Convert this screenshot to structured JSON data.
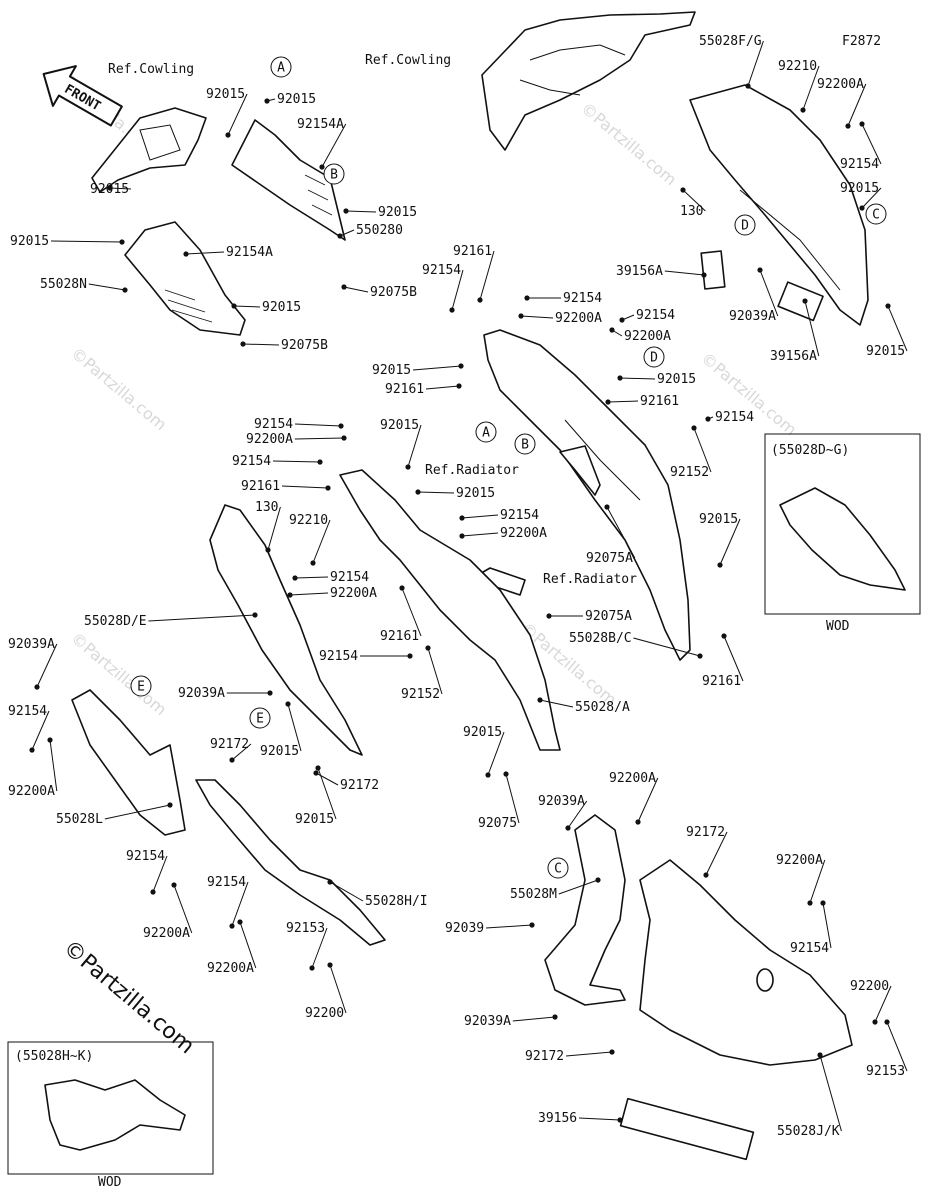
{
  "diagram_code": "F2872",
  "front_arrow": "FRONT",
  "brand": "©Partzilla.com",
  "refs": {
    "cowling_left": "Ref.Cowling",
    "cowling_right": "Ref.Cowling",
    "radiator_1": "Ref.Radiator",
    "radiator_2": "Ref.Radiator"
  },
  "callouts": [
    "A",
    "B",
    "A",
    "B",
    "C",
    "C",
    "D",
    "D",
    "E",
    "E"
  ],
  "insets": {
    "top": {
      "title": "(55028D~G)",
      "caption": "WOD"
    },
    "bottom": {
      "title": "(55028H~K)",
      "caption": "WOD"
    }
  },
  "labels": [
    "92015",
    "92015",
    "92154A",
    "92015",
    "92015",
    "550280",
    "92015",
    "92154A",
    "55028N",
    "92015",
    "92075B",
    "92075B",
    "55028F/G",
    "92210",
    "92200A",
    "92154",
    "92015",
    "130",
    "39156A",
    "92039A",
    "39156A",
    "92015",
    "92161",
    "92154",
    "92154",
    "92200A",
    "92154",
    "92200A",
    "92015",
    "92161",
    "92015",
    "92161",
    "92154",
    "92152",
    "92154",
    "92200A",
    "92015",
    "92154",
    "92161",
    "92015",
    "130",
    "92210",
    "92154",
    "92200A",
    "92154",
    "92200A",
    "92075A",
    "92015",
    "55028D/E",
    "92161",
    "92075A",
    "55028B/C",
    "92154",
    "92152",
    "92161",
    "92039A",
    "92039A",
    "92154",
    "92200A",
    "92015",
    "55028/A",
    "92172",
    "92172",
    "92015",
    "55028L",
    "92015",
    "92075",
    "92039A",
    "92200A",
    "92172",
    "92154",
    "92154",
    "55028H/I",
    "55028M",
    "92200A",
    "92154",
    "92039",
    "92200A",
    "92153",
    "92200A",
    "92200",
    "92200",
    "92153",
    "92039A",
    "92172",
    "39156",
    "55028J/K"
  ]
}
